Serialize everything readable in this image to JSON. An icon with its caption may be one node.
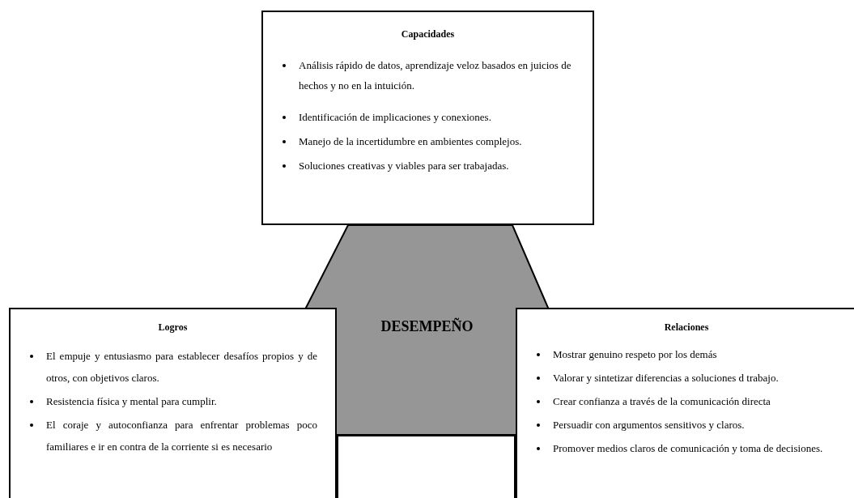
{
  "diagram": {
    "nodes": [
      {
        "text": [
          "Capacidades",
          "Análisis rápido de datos,  aprendizaje veloz basados en juicios de hechos  y no en la intuición.",
          "Identificación de implicaciones y conexiones.",
          "Manejo de la incertidumbre en ambientes complejos.",
          "Soluciones  creativas y viables para ser trabajadas."
        ]
      },
      {
        "text": [
          "DESEMPEÑO"
        ]
      },
      {
        "text": [
          "Logros",
          "El empuje y entusiasmo para establecer desafíos propios y de otros, con objetivos claros.",
          "Resistencia física y mental para cumplir.",
          "El coraje y autoconfianza para enfrentar problemas poco familiares e ir en contra de la corriente si es necesario"
        ]
      },
      {
        "text": [
          "Relaciones",
          "Mostrar genuino respeto por los demás",
          "Valorar y sintetizar diferencias a soluciones d trabajo.",
          "Crear confianza a través de la comunicación directa",
          "Persuadir con argumentos sensitivos y claros.",
          "Promover medios claros de comunicación y toma de decisiones."
        ]
      },
      {
        "text": [],
        "shape": "box"
      }
    ]
  }
}
